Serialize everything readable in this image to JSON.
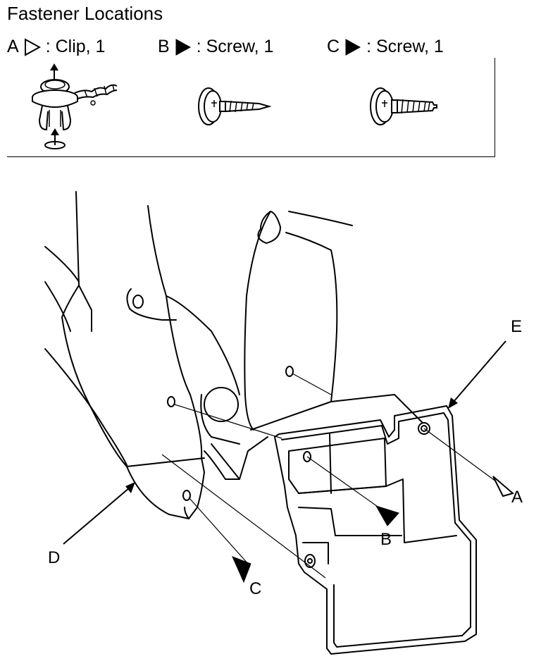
{
  "header": {
    "title": "Fastener Locations"
  },
  "legend": [
    {
      "letter": "A",
      "marker": "open-triangle-icon",
      "label": ": Clip, 1"
    },
    {
      "letter": "B",
      "marker": "filled-triangle-icon",
      "label": ": Screw, 1"
    },
    {
      "letter": "C",
      "marker": "filled-triangle-icon",
      "label": ": Screw, 1"
    }
  ],
  "callouts": {
    "A": "A",
    "B": "B",
    "C": "C",
    "D": "D",
    "E": "E"
  },
  "colors": {
    "line": "#000000",
    "background": "#ffffff"
  }
}
